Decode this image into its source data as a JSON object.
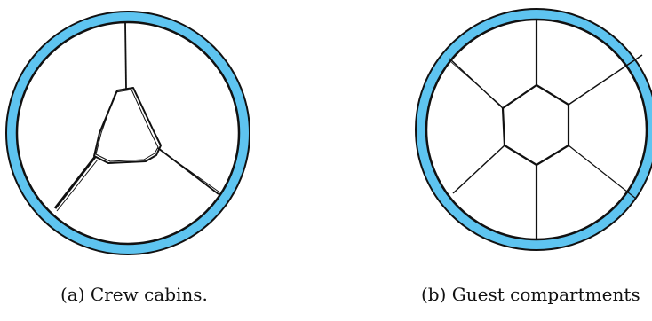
{
  "colors": {
    "ring_fill": "#5ec4f0",
    "stroke": "#111111",
    "background": "#ffffff"
  },
  "panels": [
    {
      "id": "a",
      "caption": "(a) Crew cabins.",
      "figure": "hand-drawn circle with three-sided inner compartment and three spokes"
    },
    {
      "id": "b",
      "caption": "(b) Guest compartments"
    }
  ]
}
